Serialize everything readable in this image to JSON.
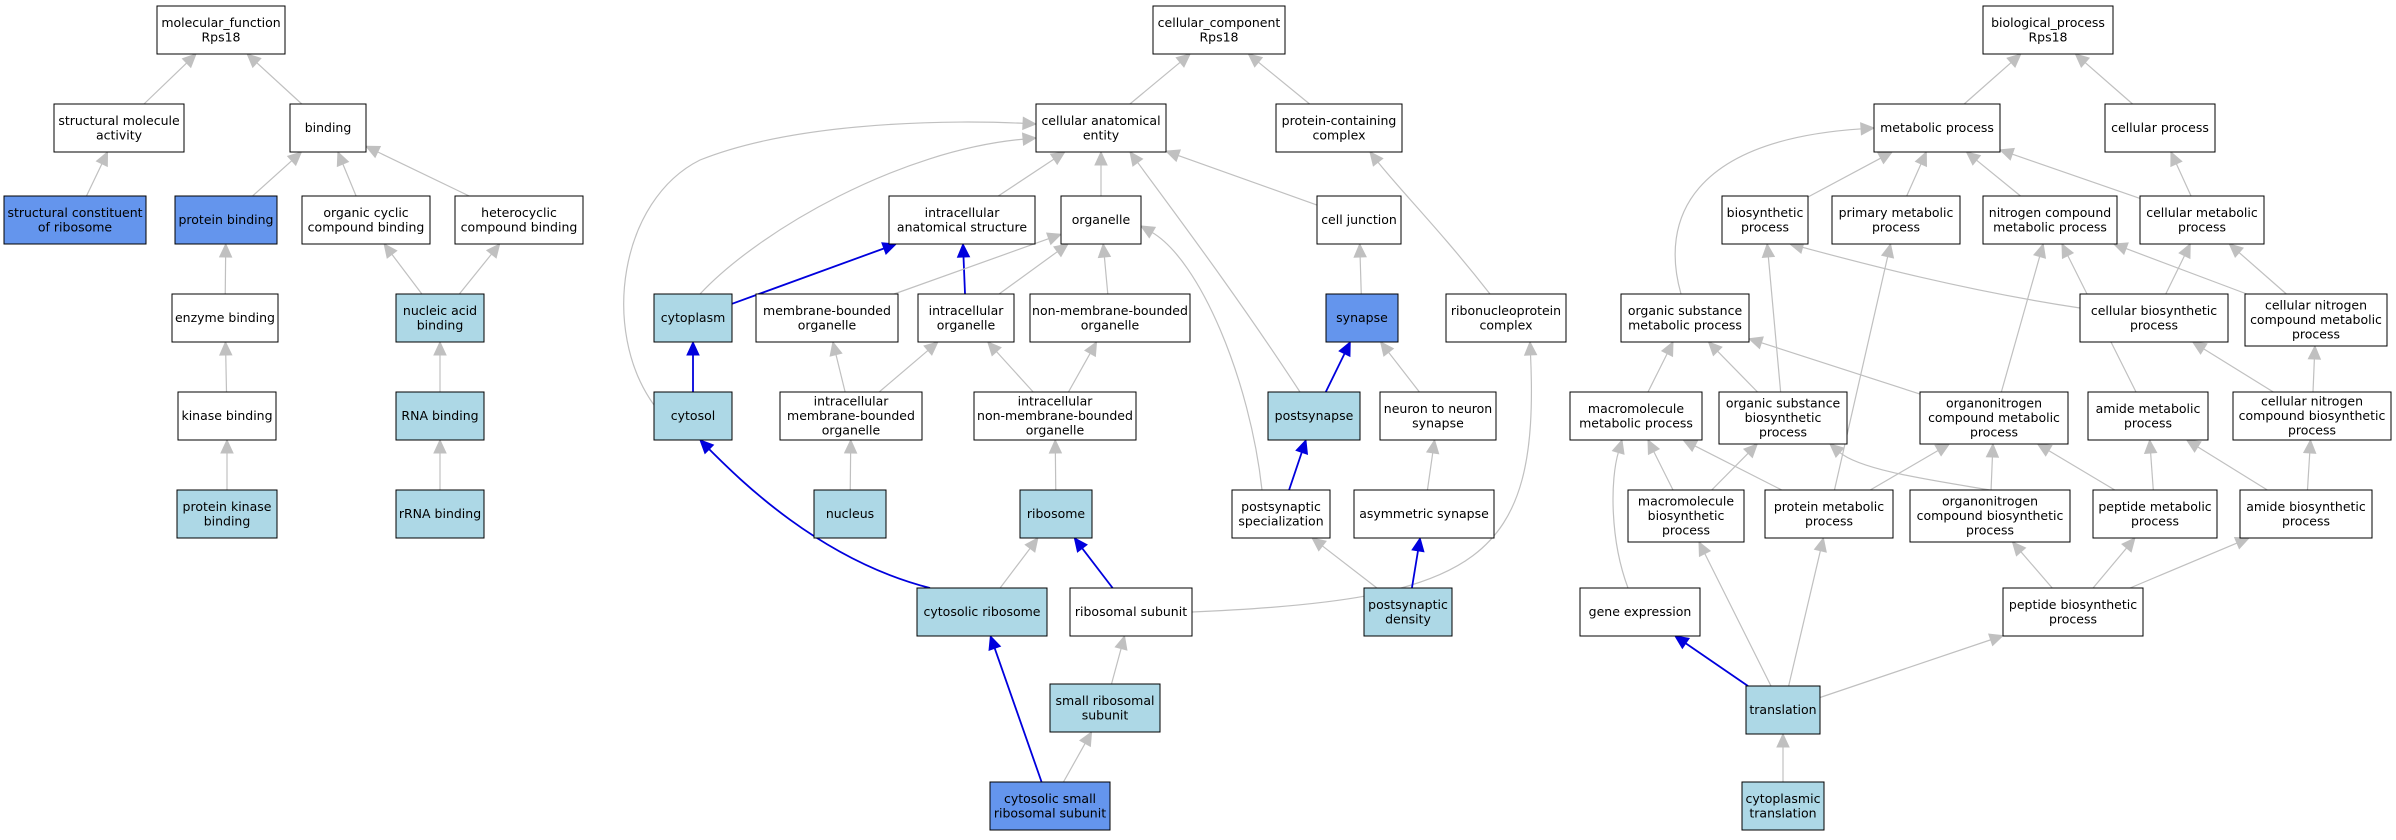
{
  "colors": {
    "plain_fill": "#ffffff",
    "light_fill": "#add8e6",
    "strong_fill": "#6495ed",
    "border": "#000000",
    "edge_grey": "#c0c0c0",
    "edge_blue": "#0000dd"
  },
  "nodes": [
    {
      "id": "molecular_function",
      "lines": [
        "molecular_function",
        "Rps18"
      ],
      "style": "plain"
    },
    {
      "id": "structural_molecule_activity",
      "lines": [
        "structural molecule",
        "activity"
      ],
      "style": "plain"
    },
    {
      "id": "binding",
      "lines": [
        "binding"
      ],
      "style": "plain"
    },
    {
      "id": "structural_constituent_of_ribosome",
      "lines": [
        "structural constituent",
        "of ribosome"
      ],
      "style": "strong"
    },
    {
      "id": "protein_binding",
      "lines": [
        "protein binding"
      ],
      "style": "strong"
    },
    {
      "id": "organic_cyclic_compound_binding",
      "lines": [
        "organic cyclic",
        "compound binding"
      ],
      "style": "plain"
    },
    {
      "id": "heterocyclic_compound_binding",
      "lines": [
        "heterocyclic",
        "compound binding"
      ],
      "style": "plain"
    },
    {
      "id": "enzyme_binding",
      "lines": [
        "enzyme binding"
      ],
      "style": "plain"
    },
    {
      "id": "nucleic_acid_binding",
      "lines": [
        "nucleic acid",
        "binding"
      ],
      "style": "light"
    },
    {
      "id": "kinase_binding",
      "lines": [
        "kinase binding"
      ],
      "style": "plain"
    },
    {
      "id": "rna_binding",
      "lines": [
        "RNA binding"
      ],
      "style": "light"
    },
    {
      "id": "protein_kinase_binding",
      "lines": [
        "protein kinase",
        "binding"
      ],
      "style": "light"
    },
    {
      "id": "rrna_binding",
      "lines": [
        "rRNA binding"
      ],
      "style": "light"
    },
    {
      "id": "cellular_component",
      "lines": [
        "cellular_component",
        "Rps18"
      ],
      "style": "plain"
    },
    {
      "id": "cellular_anatomical_entity",
      "lines": [
        "cellular anatomical",
        "entity"
      ],
      "style": "plain"
    },
    {
      "id": "protein_containing_complex",
      "lines": [
        "protein-containing",
        "complex"
      ],
      "style": "plain"
    },
    {
      "id": "intracellular_anatomical_structure",
      "lines": [
        "intracellular",
        "anatomical structure"
      ],
      "style": "plain"
    },
    {
      "id": "organelle",
      "lines": [
        "organelle"
      ],
      "style": "plain"
    },
    {
      "id": "cell_junction",
      "lines": [
        "cell junction"
      ],
      "style": "plain"
    },
    {
      "id": "cytoplasm",
      "lines": [
        "cytoplasm"
      ],
      "style": "light"
    },
    {
      "id": "membrane_bounded_organelle",
      "lines": [
        "membrane-bounded",
        "organelle"
      ],
      "style": "plain"
    },
    {
      "id": "intracellular_organelle",
      "lines": [
        "intracellular",
        "organelle"
      ],
      "style": "plain"
    },
    {
      "id": "non_membrane_bounded_organelle",
      "lines": [
        "non-membrane-bounded",
        "organelle"
      ],
      "style": "plain"
    },
    {
      "id": "synapse",
      "lines": [
        "synapse"
      ],
      "style": "strong"
    },
    {
      "id": "ribonucleoprotein_complex",
      "lines": [
        "ribonucleoprotein",
        "complex"
      ],
      "style": "plain"
    },
    {
      "id": "cytosol",
      "lines": [
        "cytosol"
      ],
      "style": "light"
    },
    {
      "id": "intracellular_membrane_bounded_organelle",
      "lines": [
        "intracellular",
        "membrane-bounded",
        "organelle"
      ],
      "style": "plain"
    },
    {
      "id": "intracellular_non_membrane_bounded_organelle",
      "lines": [
        "intracellular",
        "non-membrane-bounded",
        "organelle"
      ],
      "style": "plain"
    },
    {
      "id": "postsynapse",
      "lines": [
        "postsynapse"
      ],
      "style": "light"
    },
    {
      "id": "neuron_to_neuron_synapse",
      "lines": [
        "neuron to neuron",
        "synapse"
      ],
      "style": "plain"
    },
    {
      "id": "nucleus",
      "lines": [
        "nucleus"
      ],
      "style": "light"
    },
    {
      "id": "ribosome",
      "lines": [
        "ribosome"
      ],
      "style": "light"
    },
    {
      "id": "postsynaptic_specialization",
      "lines": [
        "postsynaptic",
        "specialization"
      ],
      "style": "plain"
    },
    {
      "id": "asymmetric_synapse",
      "lines": [
        "asymmetric synapse"
      ],
      "style": "plain"
    },
    {
      "id": "cytosolic_ribosome",
      "lines": [
        "cytosolic ribosome"
      ],
      "style": "light"
    },
    {
      "id": "ribosomal_subunit",
      "lines": [
        "ribosomal subunit"
      ],
      "style": "plain"
    },
    {
      "id": "postsynaptic_density",
      "lines": [
        "postsynaptic",
        "density"
      ],
      "style": "light"
    },
    {
      "id": "small_ribosomal_subunit",
      "lines": [
        "small ribosomal",
        "subunit"
      ],
      "style": "light"
    },
    {
      "id": "cytosolic_small_ribosomal_subunit",
      "lines": [
        "cytosolic small",
        "ribosomal subunit"
      ],
      "style": "strong"
    },
    {
      "id": "biological_process",
      "lines": [
        "biological_process",
        "Rps18"
      ],
      "style": "plain"
    },
    {
      "id": "metabolic_process",
      "lines": [
        "metabolic process"
      ],
      "style": "plain"
    },
    {
      "id": "cellular_process",
      "lines": [
        "cellular process"
      ],
      "style": "plain"
    },
    {
      "id": "biosynthetic_process",
      "lines": [
        "biosynthetic",
        "process"
      ],
      "style": "plain"
    },
    {
      "id": "primary_metabolic_process",
      "lines": [
        "primary metabolic",
        "process"
      ],
      "style": "plain"
    },
    {
      "id": "nitrogen_compound_metabolic_process",
      "lines": [
        "nitrogen compound",
        "metabolic process"
      ],
      "style": "plain"
    },
    {
      "id": "cellular_metabolic_process",
      "lines": [
        "cellular metabolic",
        "process"
      ],
      "style": "plain"
    },
    {
      "id": "organic_substance_metabolic_process",
      "lines": [
        "organic substance",
        "metabolic process"
      ],
      "style": "plain"
    },
    {
      "id": "cellular_biosynthetic_process",
      "lines": [
        "cellular biosynthetic",
        "process"
      ],
      "style": "plain"
    },
    {
      "id": "cellular_nitrogen_compound_metabolic_process",
      "lines": [
        "cellular nitrogen",
        "compound metabolic",
        "process"
      ],
      "style": "plain"
    },
    {
      "id": "macromolecule_metabolic_process",
      "lines": [
        "macromolecule",
        "metabolic process"
      ],
      "style": "plain"
    },
    {
      "id": "organic_substance_biosynthetic_process",
      "lines": [
        "organic substance",
        "biosynthetic",
        "process"
      ],
      "style": "plain"
    },
    {
      "id": "organonitrogen_compound_metabolic_process",
      "lines": [
        "organonitrogen",
        "compound metabolic",
        "process"
      ],
      "style": "plain"
    },
    {
      "id": "amide_metabolic_process",
      "lines": [
        "amide metabolic",
        "process"
      ],
      "style": "plain"
    },
    {
      "id": "cellular_nitrogen_compound_biosynthetic_process",
      "lines": [
        "cellular nitrogen",
        "compound biosynthetic",
        "process"
      ],
      "style": "plain"
    },
    {
      "id": "macromolecule_biosynthetic_process",
      "lines": [
        "macromolecule",
        "biosynthetic",
        "process"
      ],
      "style": "plain"
    },
    {
      "id": "protein_metabolic_process",
      "lines": [
        "protein metabolic",
        "process"
      ],
      "style": "plain"
    },
    {
      "id": "organonitrogen_compound_biosynthetic_process",
      "lines": [
        "organonitrogen",
        "compound biosynthetic",
        "process"
      ],
      "style": "plain"
    },
    {
      "id": "peptide_metabolic_process",
      "lines": [
        "peptide metabolic",
        "process"
      ],
      "style": "plain"
    },
    {
      "id": "amide_biosynthetic_process",
      "lines": [
        "amide biosynthetic",
        "process"
      ],
      "style": "plain"
    },
    {
      "id": "gene_expression",
      "lines": [
        "gene expression"
      ],
      "style": "plain"
    },
    {
      "id": "peptide_biosynthetic_process",
      "lines": [
        "peptide biosynthetic",
        "process"
      ],
      "style": "plain"
    },
    {
      "id": "translation",
      "lines": [
        "translation"
      ],
      "style": "light"
    },
    {
      "id": "cytoplasmic_translation",
      "lines": [
        "cytoplasmic",
        "translation"
      ],
      "style": "light"
    }
  ],
  "edges": [
    {
      "from": "structural_molecule_activity",
      "to": "molecular_function",
      "kind": "grey"
    },
    {
      "from": "binding",
      "to": "molecular_function",
      "kind": "grey"
    },
    {
      "from": "structural_constituent_of_ribosome",
      "to": "structural_molecule_activity",
      "kind": "grey"
    },
    {
      "from": "protein_binding",
      "to": "binding",
      "kind": "grey"
    },
    {
      "from": "organic_cyclic_compound_binding",
      "to": "binding",
      "kind": "grey"
    },
    {
      "from": "heterocyclic_compound_binding",
      "to": "binding",
      "kind": "grey"
    },
    {
      "from": "enzyme_binding",
      "to": "protein_binding",
      "kind": "grey"
    },
    {
      "from": "nucleic_acid_binding",
      "to": "organic_cyclic_compound_binding",
      "kind": "grey"
    },
    {
      "from": "nucleic_acid_binding",
      "to": "heterocyclic_compound_binding",
      "kind": "grey"
    },
    {
      "from": "kinase_binding",
      "to": "enzyme_binding",
      "kind": "grey"
    },
    {
      "from": "rna_binding",
      "to": "nucleic_acid_binding",
      "kind": "grey"
    },
    {
      "from": "protein_kinase_binding",
      "to": "kinase_binding",
      "kind": "grey"
    },
    {
      "from": "rrna_binding",
      "to": "rna_binding",
      "kind": "grey"
    },
    {
      "from": "cellular_anatomical_entity",
      "to": "cellular_component",
      "kind": "grey"
    },
    {
      "from": "protein_containing_complex",
      "to": "cellular_component",
      "kind": "grey"
    },
    {
      "from": "intracellular_anatomical_structure",
      "to": "cellular_anatomical_entity",
      "kind": "grey"
    },
    {
      "from": "organelle",
      "to": "cellular_anatomical_entity",
      "kind": "grey"
    },
    {
      "from": "cell_junction",
      "to": "cellular_anatomical_entity",
      "kind": "grey"
    },
    {
      "from": "cytoplasm",
      "to": "cellular_anatomical_entity",
      "kind": "grey"
    },
    {
      "from": "cytoplasm",
      "to": "intracellular_anatomical_structure",
      "kind": "blue"
    },
    {
      "from": "cytosol",
      "to": "cellular_anatomical_entity",
      "kind": "grey"
    },
    {
      "from": "postsynapse",
      "to": "cellular_anatomical_entity",
      "kind": "grey"
    },
    {
      "from": "intracellular_organelle",
      "to": "intracellular_anatomical_structure",
      "kind": "blue"
    },
    {
      "from": "membrane_bounded_organelle",
      "to": "organelle",
      "kind": "grey"
    },
    {
      "from": "intracellular_organelle",
      "to": "organelle",
      "kind": "grey"
    },
    {
      "from": "non_membrane_bounded_organelle",
      "to": "organelle",
      "kind": "grey"
    },
    {
      "from": "postsynaptic_specialization",
      "to": "organelle",
      "kind": "grey"
    },
    {
      "from": "synapse",
      "to": "cell_junction",
      "kind": "grey"
    },
    {
      "from": "cytosol",
      "to": "cytoplasm",
      "kind": "blue"
    },
    {
      "from": "intracellular_membrane_bounded_organelle",
      "to": "membrane_bounded_organelle",
      "kind": "grey"
    },
    {
      "from": "intracellular_membrane_bounded_organelle",
      "to": "intracellular_organelle",
      "kind": "grey"
    },
    {
      "from": "intracellular_non_membrane_bounded_organelle",
      "to": "intracellular_organelle",
      "kind": "grey"
    },
    {
      "from": "intracellular_non_membrane_bounded_organelle",
      "to": "non_membrane_bounded_organelle",
      "kind": "grey"
    },
    {
      "from": "ribonucleoprotein_complex",
      "to": "protein_containing_complex",
      "kind": "grey"
    },
    {
      "from": "postsynapse",
      "to": "synapse",
      "kind": "blue"
    },
    {
      "from": "neuron_to_neuron_synapse",
      "to": "synapse",
      "kind": "grey"
    },
    {
      "from": "nucleus",
      "to": "intracellular_membrane_bounded_organelle",
      "kind": "grey"
    },
    {
      "from": "ribosome",
      "to": "intracellular_non_membrane_bounded_organelle",
      "kind": "grey"
    },
    {
      "from": "postsynaptic_specialization",
      "to": "postsynapse",
      "kind": "blue"
    },
    {
      "from": "asymmetric_synapse",
      "to": "neuron_to_neuron_synapse",
      "kind": "grey"
    },
    {
      "from": "cytosolic_ribosome",
      "to": "cytosol",
      "kind": "blue"
    },
    {
      "from": "cytosolic_ribosome",
      "to": "ribosome",
      "kind": "grey"
    },
    {
      "from": "ribosomal_subunit",
      "to": "ribosome",
      "kind": "blue"
    },
    {
      "from": "ribosomal_subunit",
      "to": "ribonucleoprotein_complex",
      "kind": "grey"
    },
    {
      "from": "postsynaptic_density",
      "to": "postsynaptic_specialization",
      "kind": "grey"
    },
    {
      "from": "postsynaptic_density",
      "to": "asymmetric_synapse",
      "kind": "blue"
    },
    {
      "from": "small_ribosomal_subunit",
      "to": "ribosomal_subunit",
      "kind": "grey"
    },
    {
      "from": "cytosolic_small_ribosomal_subunit",
      "to": "cytosolic_ribosome",
      "kind": "blue"
    },
    {
      "from": "cytosolic_small_ribosomal_subunit",
      "to": "small_ribosomal_subunit",
      "kind": "grey"
    },
    {
      "from": "metabolic_process",
      "to": "biological_process",
      "kind": "grey"
    },
    {
      "from": "cellular_process",
      "to": "biological_process",
      "kind": "grey"
    },
    {
      "from": "biosynthetic_process",
      "to": "metabolic_process",
      "kind": "grey"
    },
    {
      "from": "primary_metabolic_process",
      "to": "metabolic_process",
      "kind": "grey"
    },
    {
      "from": "nitrogen_compound_metabolic_process",
      "to": "metabolic_process",
      "kind": "grey"
    },
    {
      "from": "cellular_metabolic_process",
      "to": "metabolic_process",
      "kind": "grey"
    },
    {
      "from": "organic_substance_metabolic_process",
      "to": "metabolic_process",
      "kind": "grey"
    },
    {
      "from": "cellular_metabolic_process",
      "to": "cellular_process",
      "kind": "grey"
    },
    {
      "from": "cellular_biosynthetic_process",
      "to": "biosynthetic_process",
      "kind": "grey"
    },
    {
      "from": "cellular_biosynthetic_process",
      "to": "cellular_metabolic_process",
      "kind": "grey"
    },
    {
      "from": "cellular_nitrogen_compound_metabolic_process",
      "to": "nitrogen_compound_metabolic_process",
      "kind": "grey"
    },
    {
      "from": "cellular_nitrogen_compound_metabolic_process",
      "to": "cellular_metabolic_process",
      "kind": "grey"
    },
    {
      "from": "organic_substance_biosynthetic_process",
      "to": "biosynthetic_process",
      "kind": "grey"
    },
    {
      "from": "organic_substance_biosynthetic_process",
      "to": "organic_substance_metabolic_process",
      "kind": "grey"
    },
    {
      "from": "macromolecule_metabolic_process",
      "to": "organic_substance_metabolic_process",
      "kind": "grey"
    },
    {
      "from": "protein_metabolic_process",
      "to": "primary_metabolic_process",
      "kind": "grey"
    },
    {
      "from": "organonitrogen_compound_metabolic_process",
      "to": "nitrogen_compound_metabolic_process",
      "kind": "grey"
    },
    {
      "from": "organonitrogen_compound_metabolic_process",
      "to": "organic_substance_metabolic_process",
      "kind": "grey"
    },
    {
      "from": "amide_metabolic_process",
      "to": "nitrogen_compound_metabolic_process",
      "kind": "grey"
    },
    {
      "from": "cellular_nitrogen_compound_biosynthetic_process",
      "to": "cellular_biosynthetic_process",
      "kind": "grey"
    },
    {
      "from": "cellular_nitrogen_compound_biosynthetic_process",
      "to": "cellular_nitrogen_compound_metabolic_process",
      "kind": "grey"
    },
    {
      "from": "macromolecule_biosynthetic_process",
      "to": "macromolecule_metabolic_process",
      "kind": "grey"
    },
    {
      "from": "macromolecule_biosynthetic_process",
      "to": "organic_substance_biosynthetic_process",
      "kind": "grey"
    },
    {
      "from": "protein_metabolic_process",
      "to": "macromolecule_metabolic_process",
      "kind": "grey"
    },
    {
      "from": "protein_metabolic_process",
      "to": "organonitrogen_compound_metabolic_process",
      "kind": "grey"
    },
    {
      "from": "organonitrogen_compound_biosynthetic_process",
      "to": "organic_substance_biosynthetic_process",
      "kind": "grey"
    },
    {
      "from": "organonitrogen_compound_biosynthetic_process",
      "to": "organonitrogen_compound_metabolic_process",
      "kind": "grey"
    },
    {
      "from": "peptide_metabolic_process",
      "to": "organonitrogen_compound_metabolic_process",
      "kind": "grey"
    },
    {
      "from": "peptide_metabolic_process",
      "to": "amide_metabolic_process",
      "kind": "grey"
    },
    {
      "from": "amide_biosynthetic_process",
      "to": "amide_metabolic_process",
      "kind": "grey"
    },
    {
      "from": "amide_biosynthetic_process",
      "to": "cellular_nitrogen_compound_biosynthetic_process",
      "kind": "grey"
    },
    {
      "from": "gene_expression",
      "to": "macromolecule_metabolic_process",
      "kind": "grey"
    },
    {
      "from": "peptide_biosynthetic_process",
      "to": "organonitrogen_compound_biosynthetic_process",
      "kind": "grey"
    },
    {
      "from": "peptide_biosynthetic_process",
      "to": "peptide_metabolic_process",
      "kind": "grey"
    },
    {
      "from": "peptide_biosynthetic_process",
      "to": "amide_biosynthetic_process",
      "kind": "grey"
    },
    {
      "from": "translation",
      "to": "gene_expression",
      "kind": "blue"
    },
    {
      "from": "translation",
      "to": "macromolecule_biosynthetic_process",
      "kind": "grey"
    },
    {
      "from": "translation",
      "to": "protein_metabolic_process",
      "kind": "grey"
    },
    {
      "from": "translation",
      "to": "peptide_biosynthetic_process",
      "kind": "grey"
    },
    {
      "from": "cytoplasmic_translation",
      "to": "translation",
      "kind": "grey"
    }
  ]
}
